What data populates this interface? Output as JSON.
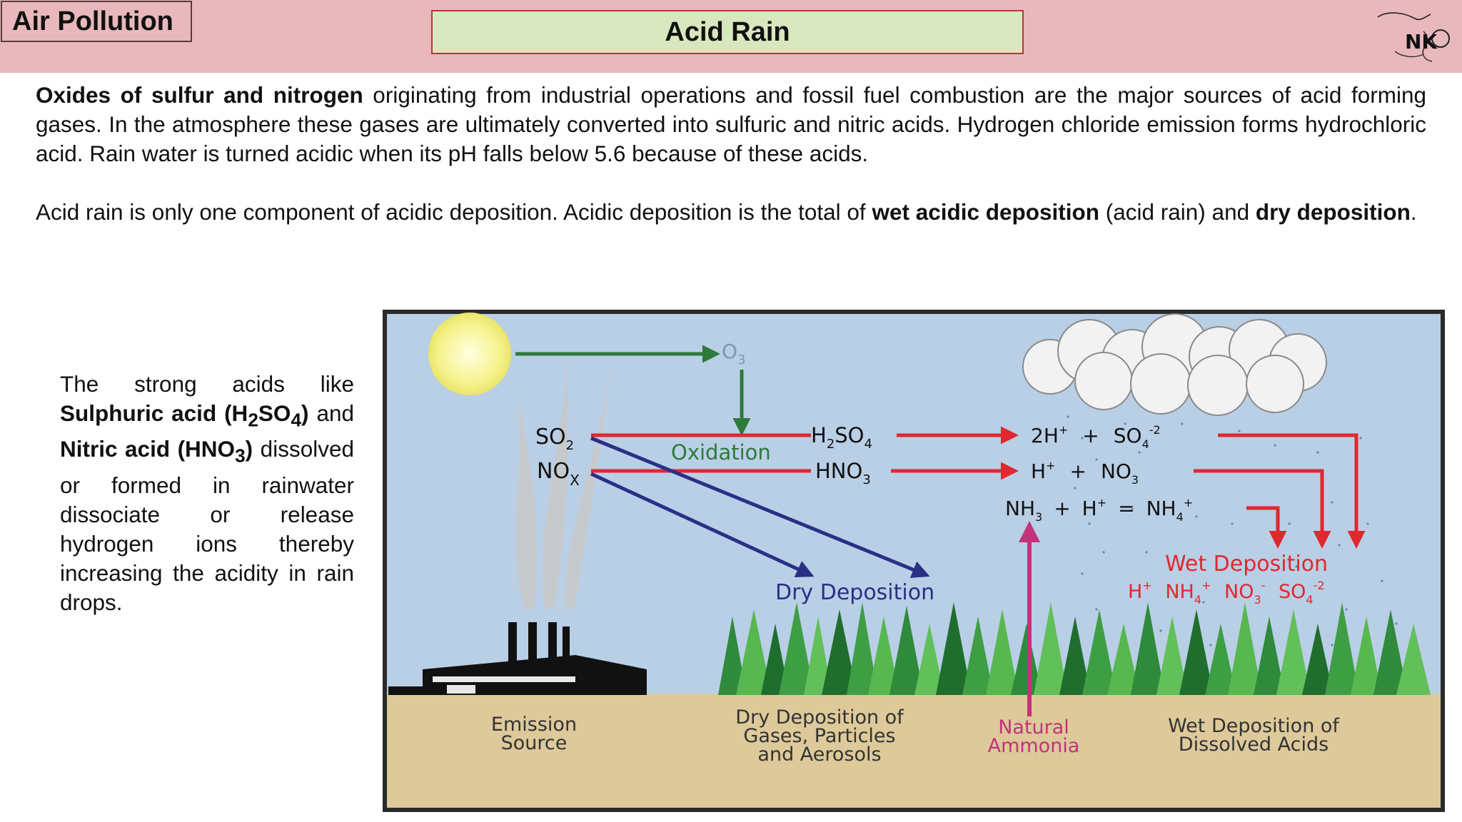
{
  "header": {
    "section": "Air Pollution",
    "title": "Acid Rain",
    "logo_text": "NK"
  },
  "paragraph1": {
    "bold_lead": "Oxides of sulfur and nitrogen",
    "text": " originating from industrial operations and fossil fuel combustion are the major sources of acid forming gases. In the atmosphere these gases are ultimately converted into sulfuric and nitric acids. Hydrogen chloride emission forms hydrochloric acid. Rain water is turned acidic when its pH falls below 5.6 because of these acids."
  },
  "paragraph2": {
    "text_a": "Acid rain is only one component of acidic deposition. Acidic deposition is the total of ",
    "bold_a": "wet acidic deposition",
    "text_b": " (acid rain) and ",
    "bold_b": "dry deposition",
    "text_c": "."
  },
  "side_note": {
    "t1": "The strong acids like ",
    "b1": "Sulphuric acid (H",
    "b1_sub1": "2",
    "b1_mid": "SO",
    "b1_sub2": "4",
    "b1_end": ")",
    "t2": " and ",
    "b2": "Nitric acid (HNO",
    "b2_sub": "3",
    "b2_end": ")",
    "t3": " dissolved or formed in rainwater dissociate or release hydrogen ions thereby increasing the acidity in rain drops."
  },
  "diagram": {
    "o3": "O",
    "o3_sub": "3",
    "so2": "SO",
    "so2_sub": "2",
    "nox": "NO",
    "nox_sub": "X",
    "oxidation": "Oxidation",
    "h2so4_a": "H",
    "h2so4_sub1": "2",
    "h2so4_b": "SO",
    "h2so4_sub2": "4",
    "hno3": "HNO",
    "hno3_sub": "3",
    "eq1_a": "2H",
    "eq1_sup1": "+",
    "eq1_plus": "+",
    "eq1_b": "SO",
    "eq1_sub": "4",
    "eq1_sup2": "-2",
    "eq2_a": "H",
    "eq2_sup1": "+",
    "eq2_plus": "+",
    "eq2_b": "NO",
    "eq2_sub": "3",
    "eq3_a": "NH",
    "eq3_sub1": "3",
    "eq3_plus": "+",
    "eq3_b": "H",
    "eq3_sup1": "+",
    "eq3_eq": "=",
    "eq3_c": "NH",
    "eq3_sub2": "4",
    "eq3_sup2": "+",
    "dry_deposition": "Dry Deposition",
    "wet_deposition": "Wet Deposition",
    "ion_h": "H",
    "ion_h_sup": "+",
    "ion_nh4": "NH",
    "ion_nh4_sub": "4",
    "ion_nh4_sup": "+",
    "ion_no3": "NO",
    "ion_no3_sub": "3",
    "ion_no3_sup": "-",
    "ion_so4": "SO",
    "ion_so4_sub": "4",
    "ion_so4_sup": "-2",
    "label_emission_1": "Emission",
    "label_emission_2": "Source",
    "label_dry_1": "Dry Deposition of",
    "label_dry_2": "Gases, Particles",
    "label_dry_3": "and Aerosols",
    "label_ammonia_1": "Natural",
    "label_ammonia_2": "Ammonia",
    "label_wet_1": "Wet Deposition of",
    "label_wet_2": "Dissolved Acids"
  },
  "colors": {
    "header_band": "#e8b8bc",
    "title_fill": "#d9e7bf",
    "title_border": "#b8343c",
    "sky": "#b9cfe6",
    "ground": "#ddc99a",
    "red_arrow": "#e0282e",
    "green_arrow": "#2e7a3a",
    "navy_arrow": "#2a2f86",
    "magenta_arrow": "#c2337a"
  }
}
